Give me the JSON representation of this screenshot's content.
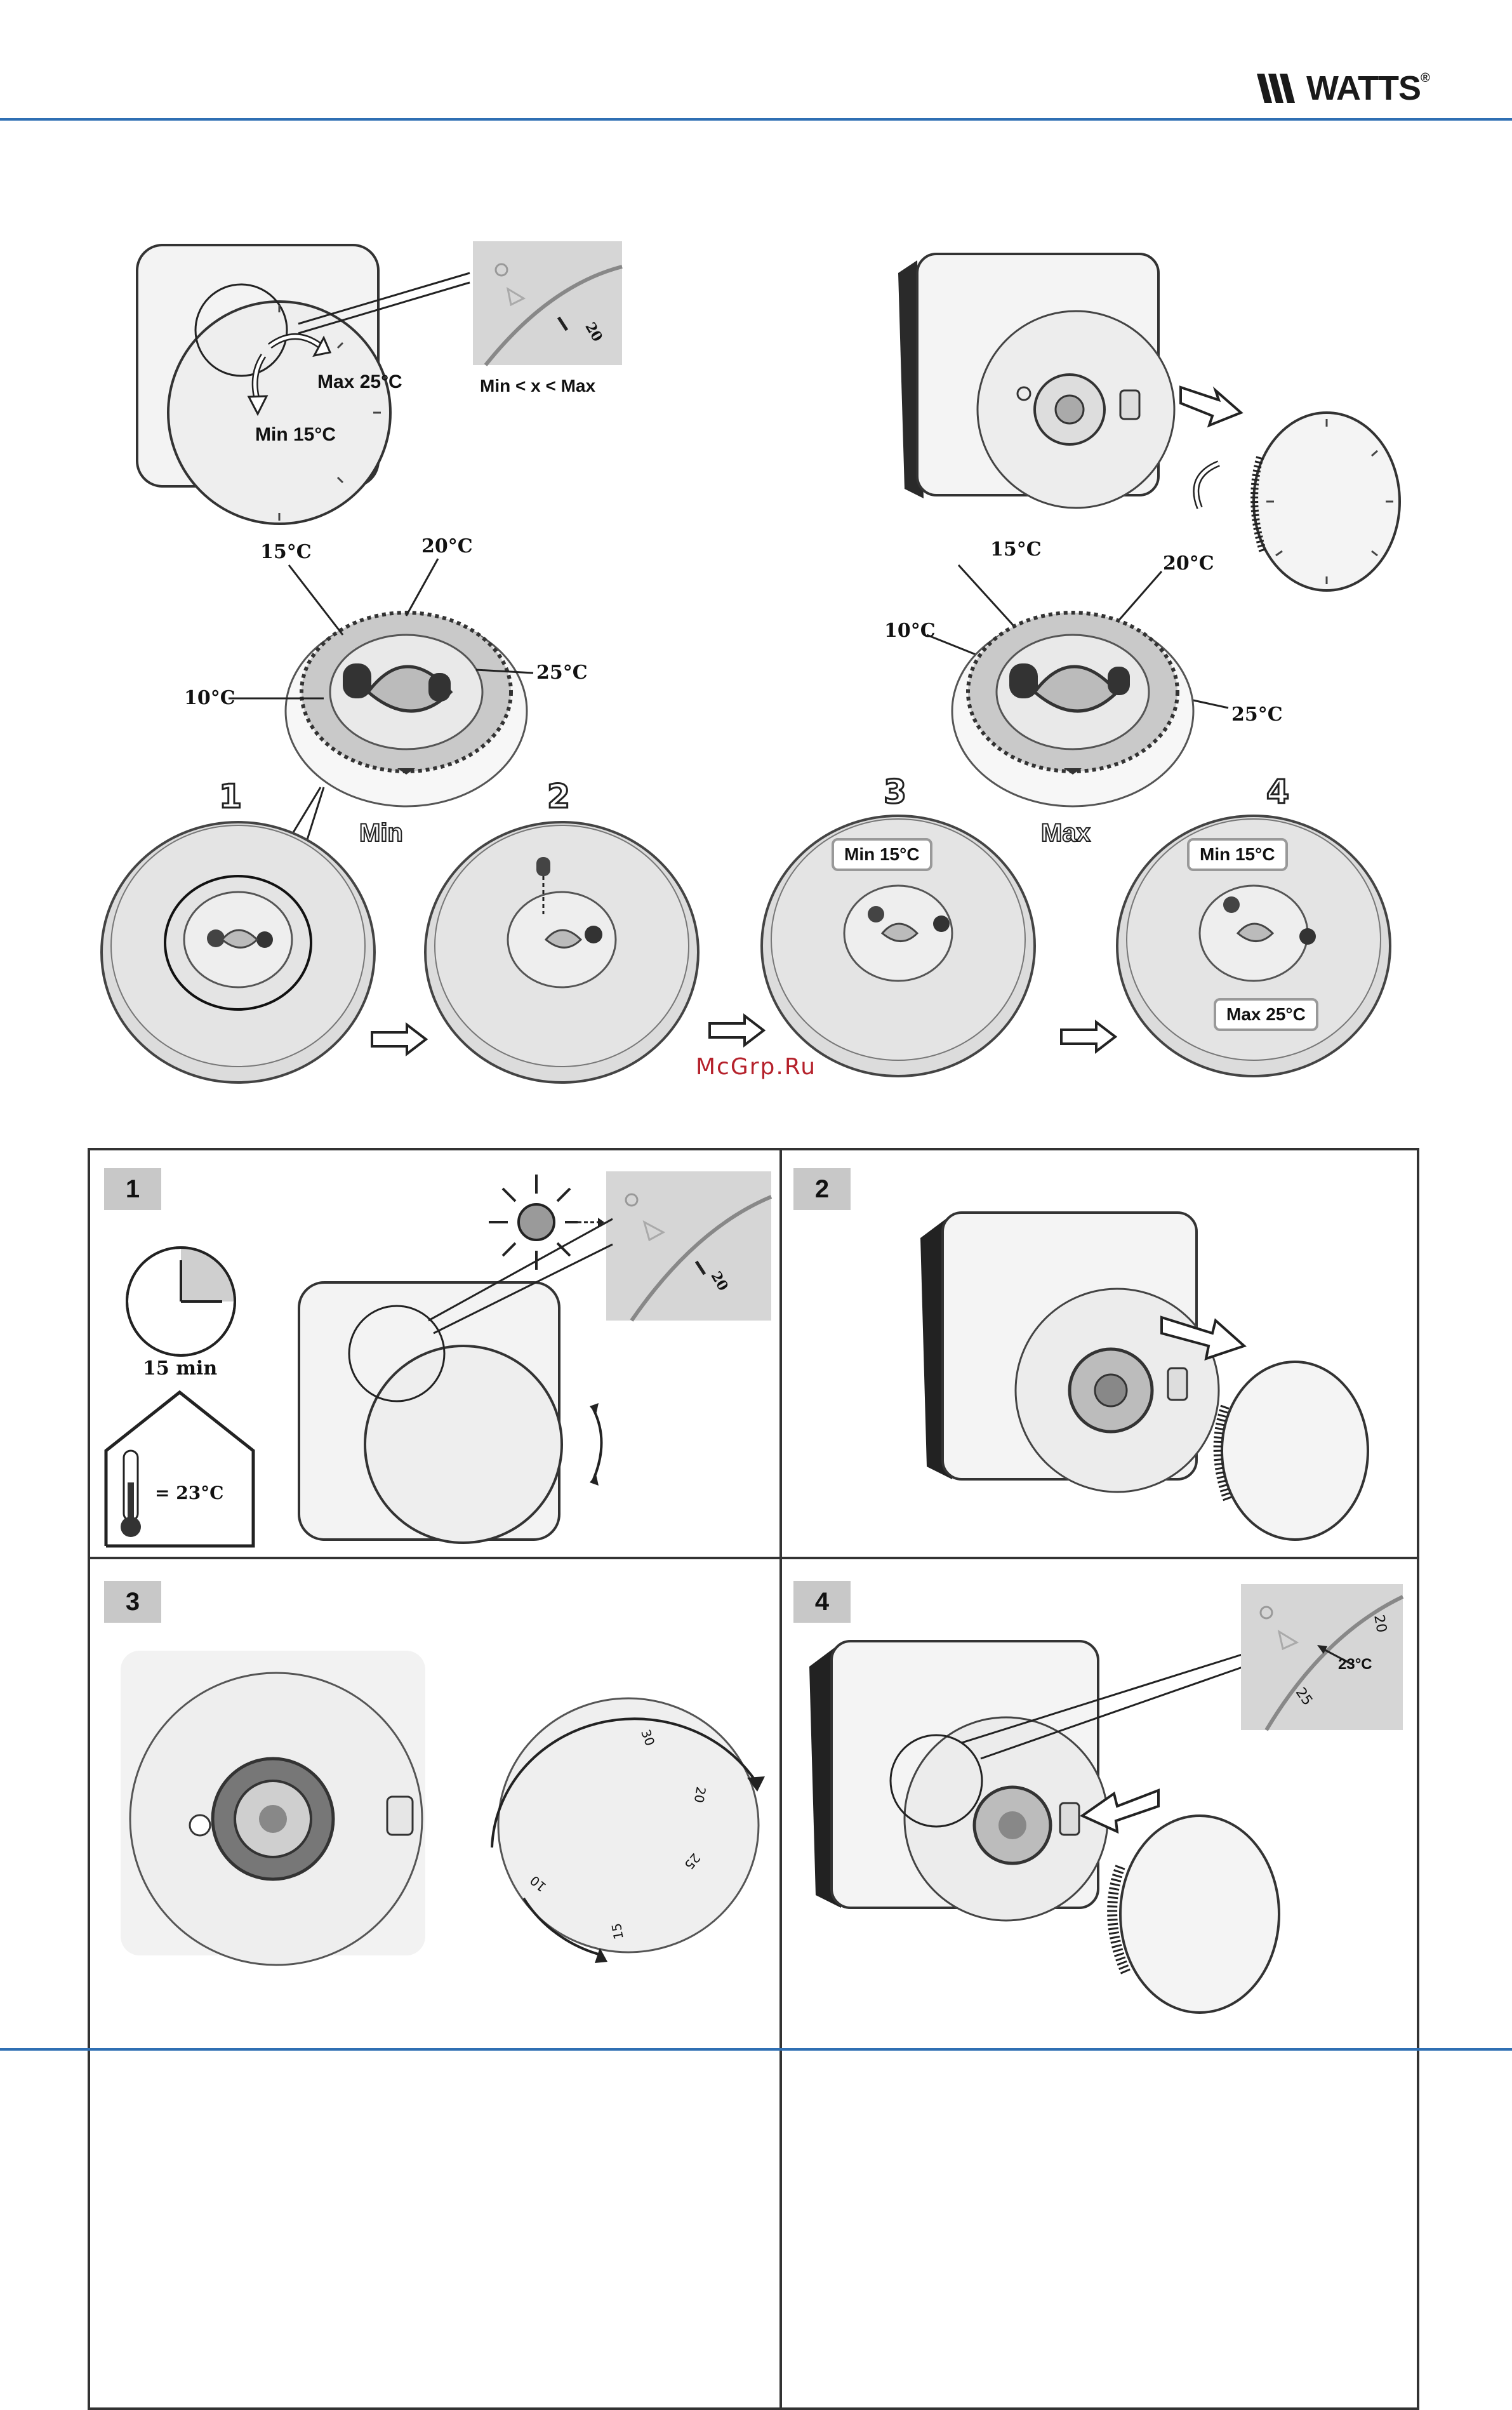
{
  "header": {
    "brand": "WATTS",
    "brand_mark": "®",
    "rule_color": "#2f6fb3"
  },
  "top_section": {
    "dial_labels": {
      "max": "Max 25°C",
      "min": "Min 15°C",
      "range": "Min < x <  Max",
      "zoom_tick": "20"
    },
    "rings": {
      "left": {
        "t15": "15°C",
        "t20": "20°C",
        "t10": "10°C",
        "t25": "25°C",
        "name": "Min"
      },
      "right": {
        "t15": "15°C",
        "t20": "20°C",
        "t10": "10°C",
        "t25": "25°C",
        "name": "Max"
      }
    },
    "steps": [
      {
        "num": "1"
      },
      {
        "num": "2"
      },
      {
        "num": "3",
        "callout": "Min 15°C"
      },
      {
        "num": "4",
        "callout_top": "Min 15°C",
        "callout_bottom": "Max 25°C"
      }
    ]
  },
  "watermark": "McGrp.Ru",
  "panels": [
    {
      "num": "1",
      "time": "15 min",
      "room_temp": "= 23°C",
      "zoom_tick": "20"
    },
    {
      "num": "2"
    },
    {
      "num": "3",
      "dial_ticks": [
        "20",
        "25",
        "10",
        "15",
        "30"
      ]
    },
    {
      "num": "4",
      "zoom_ticks": [
        "20",
        "25"
      ],
      "pointer_label": "23°C"
    }
  ],
  "colors": {
    "accent": "#2f6fb3",
    "panel_num_bg": "#c8c8c8",
    "watermark": "#b5212b",
    "shade": "#cfcfcf"
  }
}
